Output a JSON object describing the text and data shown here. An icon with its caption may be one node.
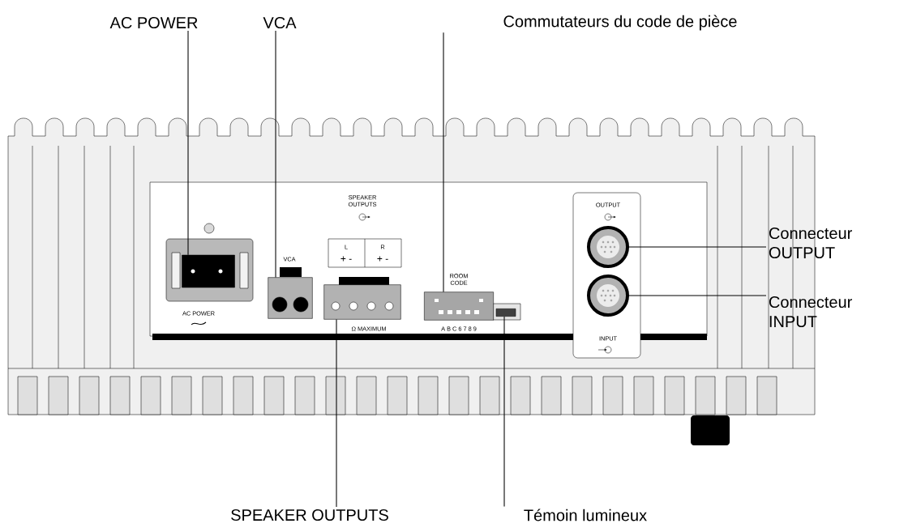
{
  "diagram": {
    "nodes": [
      {
        "text": [
          "AC POWER"
        ]
      },
      {
        "text": [
          "VCA"
        ]
      },
      {
        "text": [
          "Commutateurs du code de pièce"
        ]
      },
      {
        "text": [
          "Connecteur OUTPUT"
        ]
      },
      {
        "text": [
          "Connecteur INPUT"
        ]
      },
      {
        "text": [
          "SPEAKER OUTPUTS"
        ]
      },
      {
        "text": [
          "Témoin lumineux"
        ]
      },
      {
        "text": [],
        "shape": "box"
      },
      {
        "text": [],
        "shape": "box"
      },
      {
        "text": [],
        "shape": "box"
      },
      {
        "text": [],
        "shape": "circle"
      },
      {
        "text": [],
        "shape": "circle"
      },
      {
        "text": [],
        "shape": "box"
      },
      {
        "text": [],
        "shape": "box"
      }
    ],
    "edges": [
      {
        "from": 0,
        "to": 7,
        "arrow": "none"
      },
      {
        "from": 1,
        "to": 8,
        "arrow": "none"
      },
      {
        "from": 2,
        "to": 9,
        "arrow": "none"
      },
      {
        "from": 3,
        "to": 10,
        "arrow": "none"
      },
      {
        "from": 4,
        "to": 11,
        "arrow": "none"
      },
      {
        "from": 5,
        "to": 12,
        "arrow": "none"
      },
      {
        "from": 6,
        "to": 13,
        "arrow": "none"
      }
    ],
    "labels": [
      "OUTPUT",
      "SPEAKER OUTPUTS",
      "L",
      "R",
      "+ -",
      "+ -",
      "ROOM CODE",
      "VCA",
      "AC POWER",
      "Ω MAXIMUM",
      "A B C 6 7 8 9",
      "INPUT"
    ]
  }
}
